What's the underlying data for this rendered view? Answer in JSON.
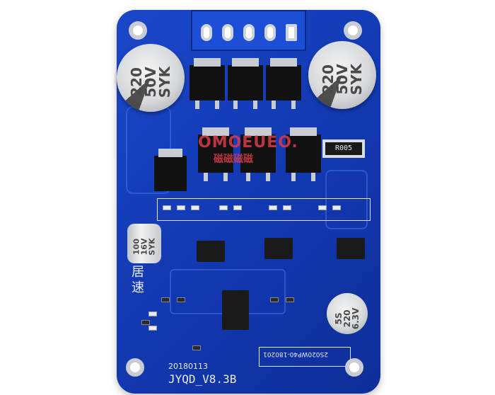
{
  "board": {
    "model": "JYQD_V8.3B",
    "date": "20180113",
    "part_code": "2S020WP40-180201",
    "resistor_marking": "R005",
    "watermark_top": "OMOEUEO.",
    "watermark_bottom": "磁磁磁磁"
  },
  "capacitors": {
    "left_big": "220\n50V\nSYK",
    "right_big": "220\n50V\nSYK",
    "small_left": "100\n16V\nSYK",
    "small_right": "5S\n220\n6.3V"
  },
  "chinese_text": "居\n速"
}
